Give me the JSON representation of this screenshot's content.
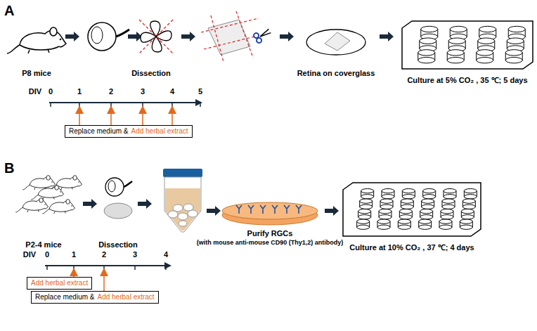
{
  "diagram": {
    "nodes": [
      {
        "text": [
          "Replace medium &",
          "Add herbal extract"
        ]
      },
      {
        "text": [
          "Add herbal extract"
        ]
      },
      {
        "text": [
          "Replace medium &",
          "Add herbal extract"
        ]
      }
    ],
    "labels": [
      "A",
      "P8 mice",
      "Dissection",
      "Retina on coverglass",
      "Culture at 5% CO₂ , 35 ℃; 5 days",
      "DIV",
      "0",
      "1",
      "2",
      "3",
      "4",
      "5",
      "B",
      "P2-4 mice",
      "Dissection",
      "Purify RGCs",
      "(with mouse anti-mouse CD90 (Thy1,2) antibody)",
      "Culture at 10% CO₂ , 37 ℃; 4 days",
      "DIV",
      "0",
      "1",
      "2",
      "3",
      "4"
    ]
  }
}
